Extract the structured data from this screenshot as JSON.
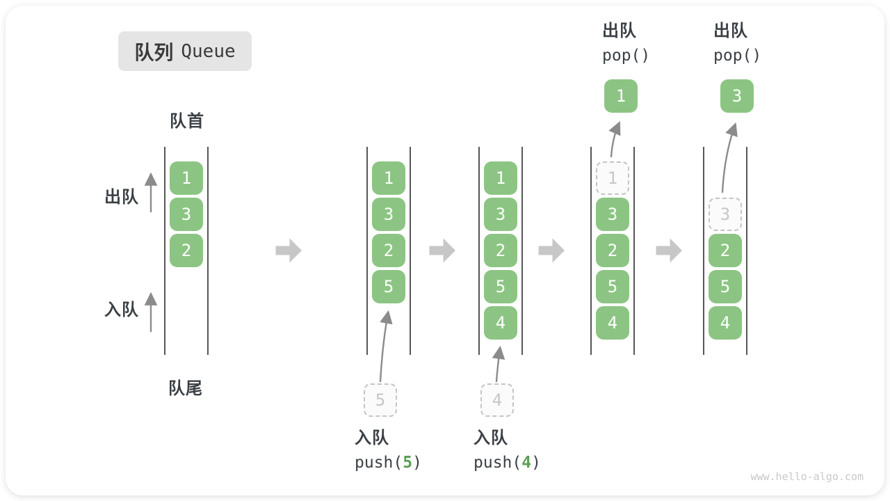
{
  "diagram_title": {
    "zh": "队列",
    "en": "Queue"
  },
  "labels": {
    "front": "队首",
    "rear": "队尾",
    "dequeue_side": "出队",
    "enqueue_side": "入队"
  },
  "operations": {
    "pushes": [
      {
        "action": "入队",
        "code_prefix": "push(",
        "arg": "5",
        "code_suffix": ")"
      },
      {
        "action": "入队",
        "code_prefix": "push(",
        "arg": "4",
        "code_suffix": ")"
      }
    ],
    "pops": [
      {
        "action": "出队",
        "code": "pop()",
        "popped_value": "1"
      },
      {
        "action": "出队",
        "code": "pop()",
        "popped_value": "3"
      }
    ]
  },
  "queue_states": [
    {
      "cells": [
        {
          "slot": 0,
          "value": "1",
          "type": "solid"
        },
        {
          "slot": 1,
          "value": "3",
          "type": "solid"
        },
        {
          "slot": 2,
          "value": "2",
          "type": "solid"
        }
      ]
    },
    {
      "cells": [
        {
          "slot": 0,
          "value": "1",
          "type": "solid"
        },
        {
          "slot": 1,
          "value": "3",
          "type": "solid"
        },
        {
          "slot": 2,
          "value": "2",
          "type": "solid"
        },
        {
          "slot": 3,
          "value": "5",
          "type": "solid"
        }
      ],
      "pending_value": "5"
    },
    {
      "cells": [
        {
          "slot": 0,
          "value": "1",
          "type": "solid"
        },
        {
          "slot": 1,
          "value": "3",
          "type": "solid"
        },
        {
          "slot": 2,
          "value": "2",
          "type": "solid"
        },
        {
          "slot": 3,
          "value": "5",
          "type": "solid"
        },
        {
          "slot": 4,
          "value": "4",
          "type": "solid"
        }
      ],
      "pending_value": "4"
    },
    {
      "cells": [
        {
          "slot": 0,
          "value": "1",
          "type": "dashed"
        },
        {
          "slot": 1,
          "value": "3",
          "type": "solid"
        },
        {
          "slot": 2,
          "value": "2",
          "type": "solid"
        },
        {
          "slot": 3,
          "value": "5",
          "type": "solid"
        },
        {
          "slot": 4,
          "value": "4",
          "type": "solid"
        }
      ],
      "popped_value": "1"
    },
    {
      "cells": [
        {
          "slot": 1,
          "value": "3",
          "type": "dashed"
        },
        {
          "slot": 2,
          "value": "2",
          "type": "solid"
        },
        {
          "slot": 3,
          "value": "5",
          "type": "solid"
        },
        {
          "slot": 4,
          "value": "4",
          "type": "solid"
        }
      ],
      "popped_value": "3"
    }
  ],
  "watermark": "www.hello-algo.com",
  "colors": {
    "cell_green": "#8cc583",
    "cell_text": "#ffffff",
    "dashed_border": "#c4c4c4",
    "dashed_text": "#c6c6c6",
    "block_arrow_gray": "#c7c7c7",
    "thin_arrow_gray": "#8b8b8b",
    "label_dark": "#3b4045",
    "code_arg_green": "#5ba053",
    "title_bg": "#e5e5e5",
    "watermark_gray": "#c8c8c8"
  }
}
